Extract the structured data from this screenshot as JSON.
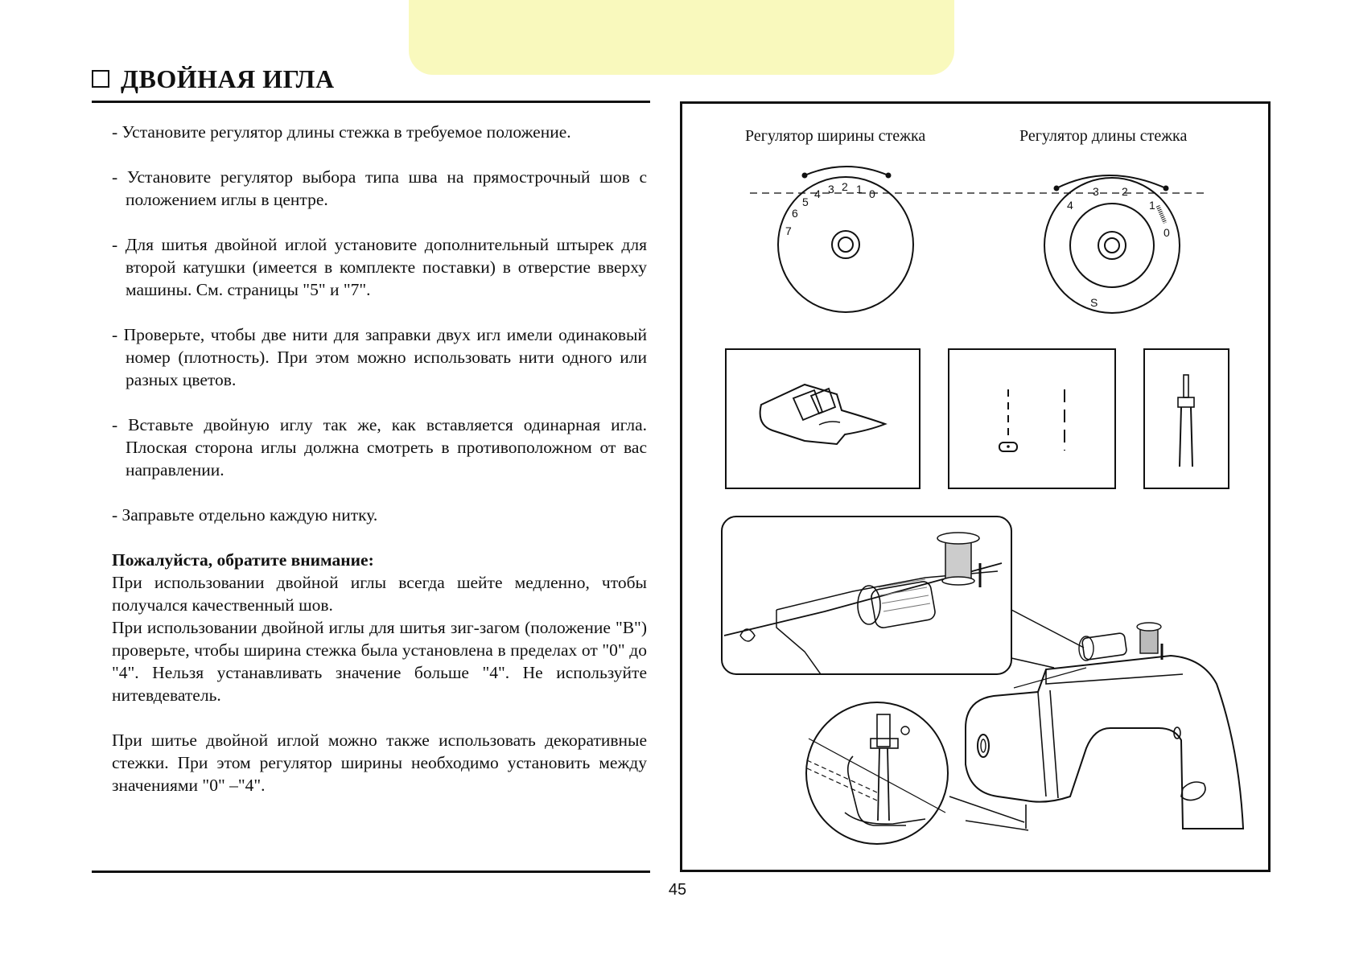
{
  "header": {
    "title": "ДВОЙНАЯ ИГЛА"
  },
  "instructions": [
    "- Установите регулятор длины стежка в требуемое положение.",
    "- Установите регулятор выбора типа шва на прямострочный шов с положением иглы в центре.",
    "- Для шитья двойной иглой установите дополнительный штырек для второй катушки (имеется в комплекте поставки) в отверстие вверху машины. См. страницы \"5\" и \"7\".",
    "- Проверьте, чтобы две нити для заправки двух игл имели одинаковый номер (плотность). При этом можно использовать нити одного или разных цветов.",
    "- Вставьте двойную иглу так же, как вставляется одинарная игла. Плоская сторона иглы должна смотреть в противоположном от вас направлении.",
    "- Заправьте отдельно каждую нитку."
  ],
  "note": {
    "heading": "Пожалуйста, обратите внимание:",
    "para1": "При использовании двойной иглы всегда шейте медленно, чтобы получался качественный шов.",
    "para2": "При использовании двойной иглы для шитья зиг-загом (положение \"B\") проверьте, чтобы ширина стежка была установлена в пределах от \"0\" до \"4\". Нельзя устанавливать значение больше \"4\". Не используйте нитевдеватель.",
    "para3": "При шитье двойной иглой можно также использовать декоративные стежки. При этом регулятор ширины необходимо установить между значениями \"0\" –\"4\"."
  },
  "figure": {
    "width_dial_label": "Регулятор ширины стежка",
    "length_dial_label": "Регулятор длины стежка",
    "width_dial_marks": [
      "7",
      "6",
      "5",
      "4",
      "3",
      "2",
      "1",
      "0"
    ],
    "length_dial_marks": [
      "4",
      "3",
      "2",
      "1",
      "0",
      "S"
    ]
  },
  "footer": {
    "page_number": "45"
  }
}
